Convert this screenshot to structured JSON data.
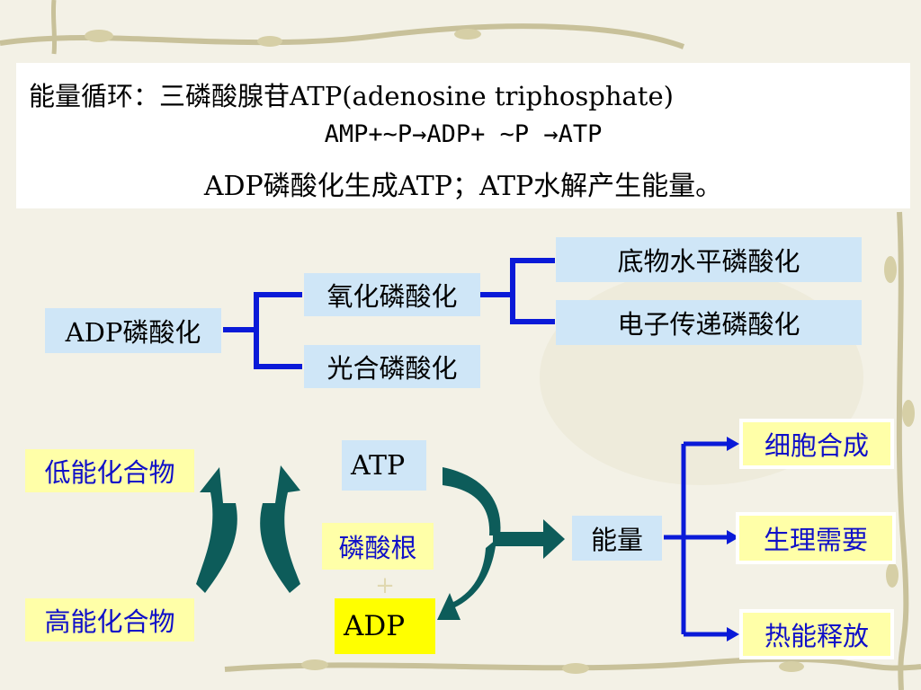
{
  "title": {
    "line1": "能量循环：三磷酸腺苷ATP(adenosine triphosphate)",
    "line2": "AMP+~P→ADP+ ~P →ATP",
    "line3": "ADP磷酸化生成ATP；ATP水解产生能量。"
  },
  "tree": {
    "root": "ADP磷酸化",
    "oxidative": "氧化磷酸化",
    "photo": "光合磷酸化",
    "substrate": "底物水平磷酸化",
    "electron": "电子传递磷酸化"
  },
  "cycle": {
    "low_energy": "低能化合物",
    "high_energy": "高能化合物",
    "atp": "ATP",
    "phosphate": "磷酸根",
    "plus": "+",
    "adp": "ADP",
    "energy": "能量",
    "cell_synthesis": "细胞合成",
    "physiology": "生理需要",
    "heat": "热能释放"
  },
  "colors": {
    "connector": "#0a1ad8",
    "arrow_teal": "#0d5c5a",
    "box_blue": "#cfe6f7",
    "box_yellow": "#ffffa8",
    "box_adp": "#ffff00",
    "text_blue": "#1010c8"
  }
}
